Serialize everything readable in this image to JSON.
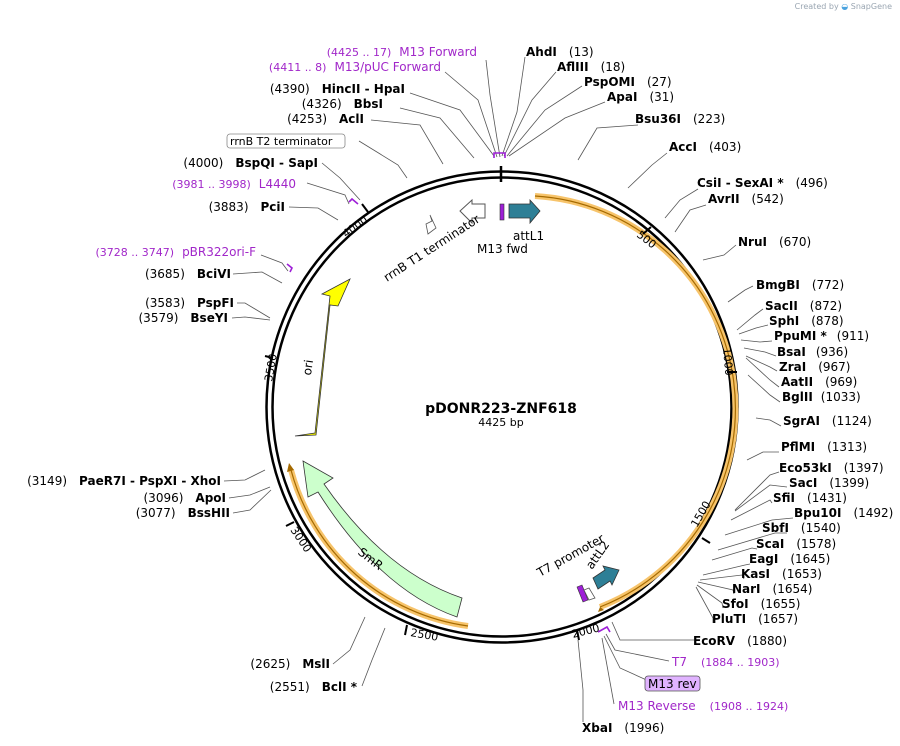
{
  "watermark": {
    "prefix": "Created by",
    "brand": "SnapGene"
  },
  "map": {
    "name": "pDONR223-ZNF618",
    "size_label": "4425 bp",
    "total_bp": 4425
  },
  "colors": {
    "enzyme_text": "#000000",
    "primer_text": "#a127c9",
    "ori": "#ffff00",
    "smr": "#ccffcc",
    "att": "#2e7f96",
    "orf_band": "#f7c46b",
    "primer_mark": "#9e1fd7",
    "primer_box": "#e0b3ff"
  },
  "ticks": [
    "500",
    "1000",
    "1500",
    "2000",
    "2500",
    "3000",
    "3500",
    "4000"
  ],
  "enzymes_right": [
    {
      "name": "AhdI",
      "pos": "(13)"
    },
    {
      "name": "AflIII",
      "pos": "(18)"
    },
    {
      "name": "PspOMI",
      "pos": "(27)"
    },
    {
      "name": "ApaI",
      "pos": "(31)"
    },
    {
      "name": "Bsu36I",
      "pos": "(223)"
    },
    {
      "name": "AccI",
      "pos": "(403)"
    },
    {
      "name": "CsiI  - SexAI *",
      "pos": "(496)"
    },
    {
      "name": "AvrII",
      "pos": "(542)"
    },
    {
      "name": "NruI",
      "pos": "(670)"
    },
    {
      "name": "BmgBI",
      "pos": "(772)"
    },
    {
      "name": "SacII",
      "pos": "(872)"
    },
    {
      "name": "SphI",
      "pos": "(878)"
    },
    {
      "name": "PpuMI *",
      "pos": "(911)"
    },
    {
      "name": "BsaI",
      "pos": "(936)"
    },
    {
      "name": "ZraI",
      "pos": "(967)"
    },
    {
      "name": "AatII",
      "pos": "(969)"
    },
    {
      "name": "BglII",
      "pos": "(1033)"
    },
    {
      "name": "SgrAI",
      "pos": "(1124)"
    },
    {
      "name": "PflMI",
      "pos": "(1313)"
    },
    {
      "name": "Eco53kI",
      "pos": "(1397)"
    },
    {
      "name": "SacI",
      "pos": "(1399)"
    },
    {
      "name": "SfiI",
      "pos": "(1431)"
    },
    {
      "name": "Bpu10I",
      "pos": "(1492)"
    },
    {
      "name": "SbfI",
      "pos": "(1540)"
    },
    {
      "name": "ScaI",
      "pos": "(1578)"
    },
    {
      "name": "EagI",
      "pos": "(1645)"
    },
    {
      "name": "KasI",
      "pos": "(1653)"
    },
    {
      "name": "NarI",
      "pos": "(1654)"
    },
    {
      "name": "SfoI",
      "pos": "(1655)"
    },
    {
      "name": "PluTI",
      "pos": "(1657)"
    },
    {
      "name": "EcoRV",
      "pos": "(1880)"
    },
    {
      "name": "XbaI",
      "pos": "(1996)"
    }
  ],
  "enzymes_left": [
    {
      "name": "HincII  - HpaI",
      "pos": "(4390)"
    },
    {
      "name": "BbsI",
      "pos": "(4326)"
    },
    {
      "name": "AclI",
      "pos": "(4253)"
    },
    {
      "name": "BspQI  - SapI",
      "pos": "(4000)"
    },
    {
      "name": "PciI",
      "pos": "(3883)"
    },
    {
      "name": "BciVI",
      "pos": "(3685)"
    },
    {
      "name": "PspFI",
      "pos": "(3583)"
    },
    {
      "name": "BseYI",
      "pos": "(3579)"
    },
    {
      "name": "PaeR7I  - PspXI  - XhoI",
      "pos": "(3149)"
    },
    {
      "name": "ApoI",
      "pos": "(3096)"
    },
    {
      "name": "BssHII",
      "pos": "(3077)"
    },
    {
      "name": "MslI",
      "pos": "(2625)"
    },
    {
      "name": "BclI *",
      "pos": "(2551)"
    }
  ],
  "primers": [
    {
      "range": "(4425 .. 17)",
      "name": "M13 Forward"
    },
    {
      "range": "(4411 .. 8)",
      "name": "M13/pUC Forward"
    },
    {
      "range": "(3981 .. 3998)",
      "name": "L4440"
    },
    {
      "range": "(3728 .. 3747)",
      "name": "pBR322ori-F"
    },
    {
      "name": "T7",
      "range": "(1884 .. 1903)"
    },
    {
      "name": "M13 Reverse",
      "range": "(1908 .. 1924)"
    }
  ],
  "features": {
    "rrnb_t2": "rrnB T2 terminator",
    "rrnb_t1": "rrnB T1 terminator",
    "attl1": "attL1",
    "m13fwd": "M13 fwd",
    "t7promoter": "T7 promoter",
    "attl2": "attL2",
    "m13rev": "M13 rev",
    "ori": "ori",
    "smr": "SmR"
  }
}
